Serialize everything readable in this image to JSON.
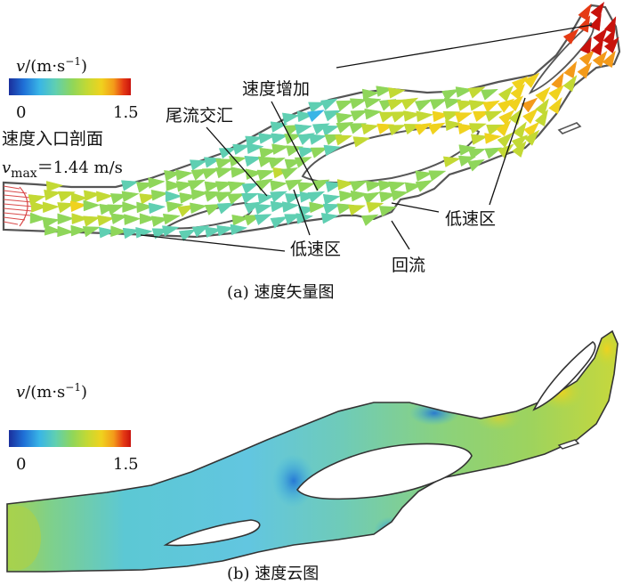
{
  "panel_a": {
    "legend": {
      "unit_v": "v",
      "unit_rest": "/(m·s",
      "unit_exp": "−1",
      "unit_close": ")",
      "min": "0",
      "max": "1.5"
    },
    "inlet_label": "速度入口剖面",
    "vmax_label_v": "v",
    "vmax_label_sub": "max",
    "vmax_label_val": "＝1.44 m/s",
    "annotations": {
      "speed_increase": "速度增加",
      "wake_merge": "尾流交汇",
      "low_speed_left": "低速区",
      "low_speed_right": "低速区",
      "backflow": "回流"
    },
    "caption": "(a)  速度矢量图"
  },
  "panel_b": {
    "legend": {
      "unit_v": "v",
      "unit_rest": "/(m·s",
      "unit_exp": "−1",
      "unit_close": ")",
      "min": "0",
      "max": "1.5"
    },
    "caption": "(b)  速度云图"
  },
  "colors": {
    "scale": [
      "#1a2f9c",
      "#1f6fd6",
      "#39b5e6",
      "#5fcfb2",
      "#8fd65a",
      "#c3d934",
      "#f0d21e",
      "#f39a1a",
      "#e53a14",
      "#c8120c"
    ]
  }
}
